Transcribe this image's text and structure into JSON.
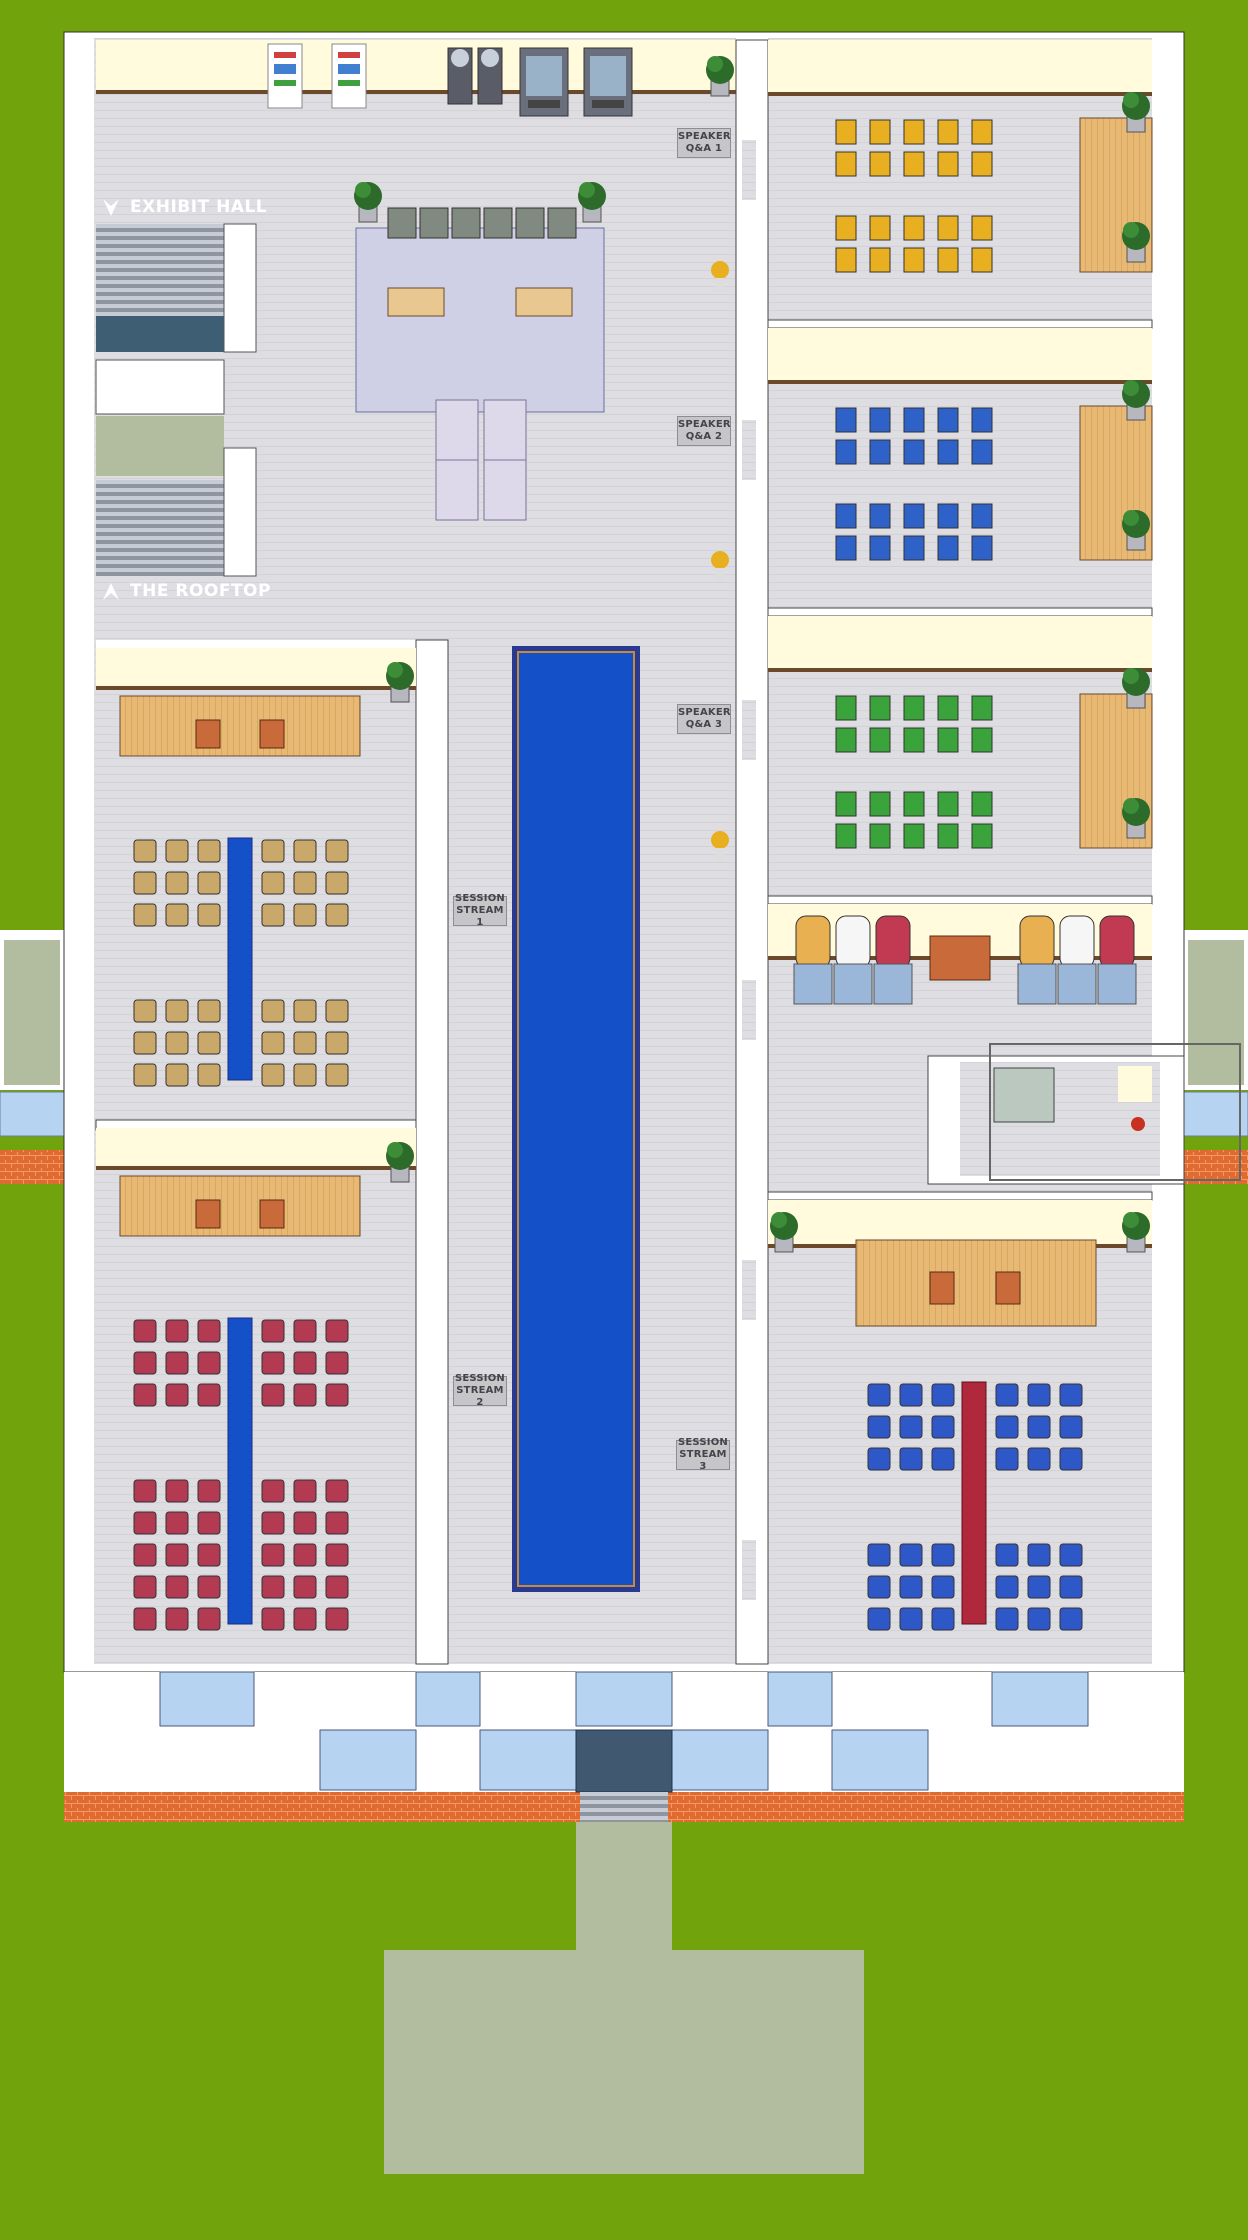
{
  "map": {
    "colors": {
      "grass": "#71a30d",
      "floor": "#dedde2",
      "wall_white": "#ffffff",
      "wall_cream": "#fffbdc",
      "wall_trim": "#6b4a2b",
      "stage_wood": "#e8b974",
      "pond_blue": "#1450c8",
      "path_gray": "#b2bd9f",
      "brick": "#e06a2f",
      "window": "#b7d3f2",
      "lounge_rug": "#cfcfe6"
    },
    "stairs": {
      "exhibit_hall": {
        "label": "EXHIBIT HALL",
        "icon": "up-arrow-logo-icon"
      },
      "rooftop": {
        "label": "THE ROOFTOP",
        "icon": "up-arrow-logo-icon"
      }
    },
    "signs": {
      "qa1": {
        "line1": "SPEAKER",
        "line2": "Q&A 1"
      },
      "qa2": {
        "line1": "SPEAKER",
        "line2": "Q&A 2"
      },
      "qa3": {
        "line1": "SPEAKER",
        "line2": "Q&A 3"
      },
      "stream1": {
        "line1": "SESSION",
        "line2": "STREAM 1"
      },
      "stream2": {
        "line1": "SESSION",
        "line2": "STREAM 2"
      },
      "stream3": {
        "line1": "SESSION",
        "line2": "STREAM 3"
      }
    },
    "rooms": [
      {
        "name": "lobby-lounge",
        "chairs": "gray"
      },
      {
        "name": "speaker-qa-1",
        "chairs": "yellow",
        "chair_color": "#e8b020"
      },
      {
        "name": "speaker-qa-2",
        "chairs": "blue",
        "chair_color": "#2f62c8"
      },
      {
        "name": "speaker-qa-3",
        "chairs": "green",
        "chair_color": "#3aa33c"
      },
      {
        "name": "session-stream-1",
        "chairs": "tan",
        "chair_color": "#c9a86a"
      },
      {
        "name": "session-stream-2",
        "chairs": "maroon",
        "chair_color": "#b23a52"
      },
      {
        "name": "session-stream-3",
        "chairs": "blue",
        "chair_color": "#2e58c8"
      },
      {
        "name": "booths-and-kitchen",
        "chairs": "stools"
      }
    ]
  }
}
